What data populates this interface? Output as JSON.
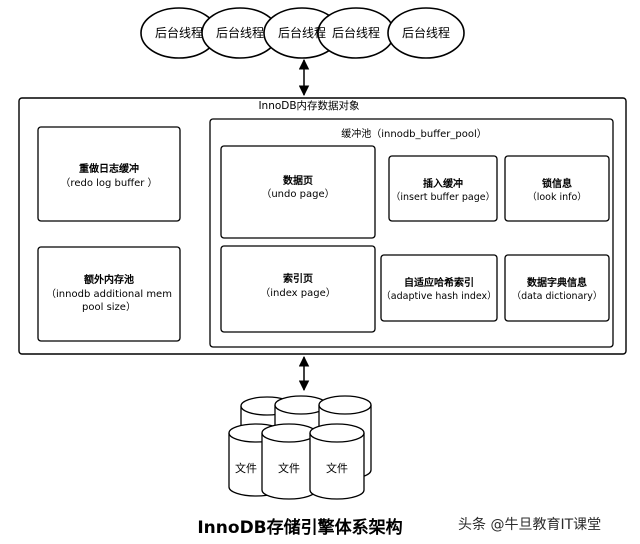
{
  "background_threads": [
    "后台线程",
    "后台线程",
    "后台线程",
    "后台线程",
    "后台线程"
  ],
  "memory": {
    "title": "InnoDB内存数据对象",
    "redo_log_buffer": {
      "name": "重做日志缓冲",
      "en": "（redo log buffer ）"
    },
    "additional_mem_pool": {
      "name": "额外内存池",
      "en_line1": "（innodb additional mem",
      "en_line2": "pool size）"
    },
    "buffer_pool": {
      "title": "缓冲池（innodb_buffer_pool）",
      "undo_page": {
        "name": "数据页",
        "en": "（undo page）"
      },
      "index_page": {
        "name": "索引页",
        "en": "（index page）"
      },
      "insert_buffer": {
        "name": "插入缓冲",
        "en": "（insert buffer page）"
      },
      "lock_info": {
        "name": "锁信息",
        "en": "（look info）"
      },
      "adaptive_hash": {
        "name": "自适应哈希索引",
        "en": "（adaptive hash index）"
      },
      "data_dictionary": {
        "name": "数据字典信息",
        "en": "（data dictionary）"
      }
    }
  },
  "files": [
    "文件",
    "文件",
    "文件"
  ],
  "caption": "InnoDB存储引擎体系架构",
  "watermark": "头条 @牛旦教育IT课堂",
  "colors": {
    "stroke": "#000000",
    "background": "#ffffff",
    "watermark": "#2b2b2b"
  }
}
